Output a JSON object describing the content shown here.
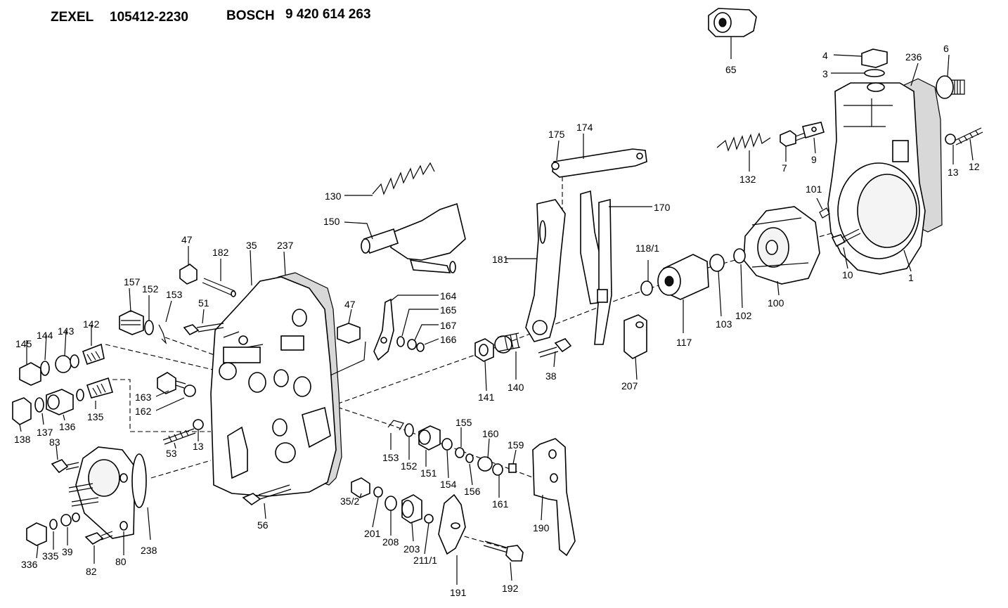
{
  "header": {
    "brand_a": "ZEXEL",
    "part_a": "105412-2230",
    "brand_b": "BOSCH",
    "part_b": "9 420 614 263"
  },
  "labels": {
    "l65": "65",
    "l4": "4",
    "l3": "3",
    "l236": "236",
    "l6": "6",
    "l175": "175",
    "l174": "174",
    "l132": "132",
    "l7": "7",
    "l9": "9",
    "l13a": "13",
    "l12": "12",
    "l130": "130",
    "l150": "150",
    "l170": "170",
    "l101": "101",
    "l181": "181",
    "l118_1": "118/1",
    "l10": "10",
    "l1": "1",
    "l47a": "47",
    "l182": "182",
    "l35": "35",
    "l237": "237",
    "l157": "157",
    "l152a": "152",
    "l153a": "153",
    "l51": "51",
    "l47b": "47",
    "l164": "164",
    "l165": "165",
    "l167": "167",
    "l166": "166",
    "l100": "100",
    "l103": "103",
    "l102": "102",
    "l117": "117",
    "l145": "145",
    "l144": "144",
    "l143": "143",
    "l142": "142",
    "l141": "141",
    "l140": "140",
    "l38": "38",
    "l207": "207",
    "l163": "163",
    "l162": "162",
    "l138": "138",
    "l137": "137",
    "l136": "136",
    "l135": "135",
    "l83": "83",
    "l53": "53",
    "l13b": "13",
    "l155": "155",
    "l160": "160",
    "l159": "159",
    "l153b": "153",
    "l152b": "152",
    "l151": "151",
    "l154": "154",
    "l156": "156",
    "l161": "161",
    "l238": "238",
    "l56": "56",
    "l35_2": "35/2",
    "l201": "201",
    "l208": "208",
    "l203": "203",
    "l211_1": "211/1",
    "l190": "190",
    "l336": "336",
    "l335": "335",
    "l39": "39",
    "l82": "82",
    "l80": "80",
    "l191": "191",
    "l192": "192"
  }
}
